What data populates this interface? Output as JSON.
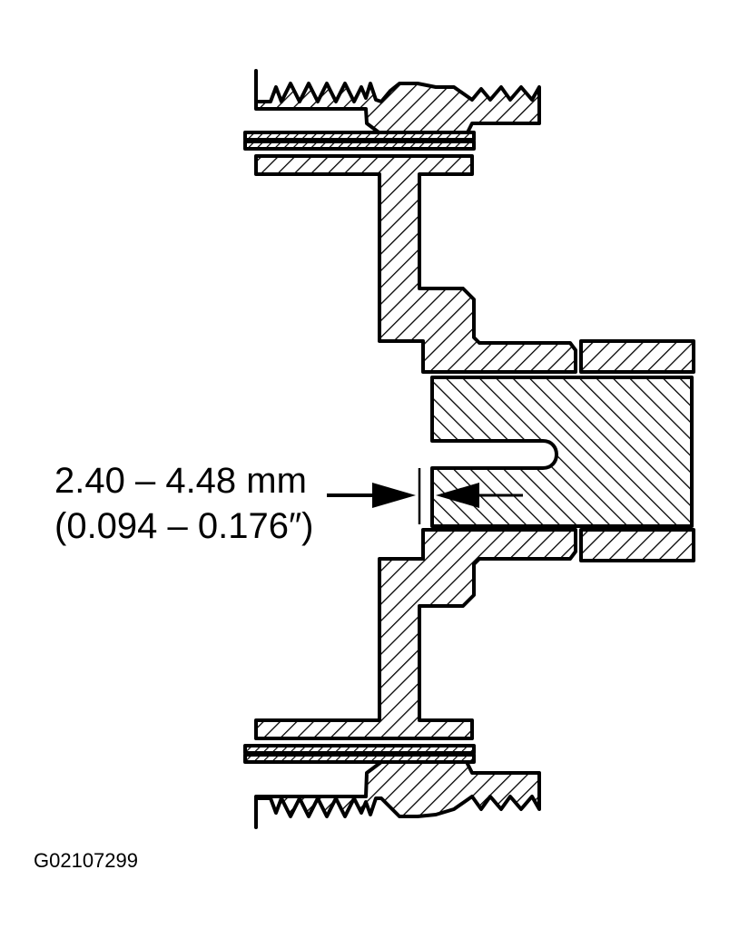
{
  "clearance_label_mm": "2.40 – 4.48 mm",
  "clearance_label_in": "(0.094 – 0.176″)",
  "figure_id": "G02107299"
}
